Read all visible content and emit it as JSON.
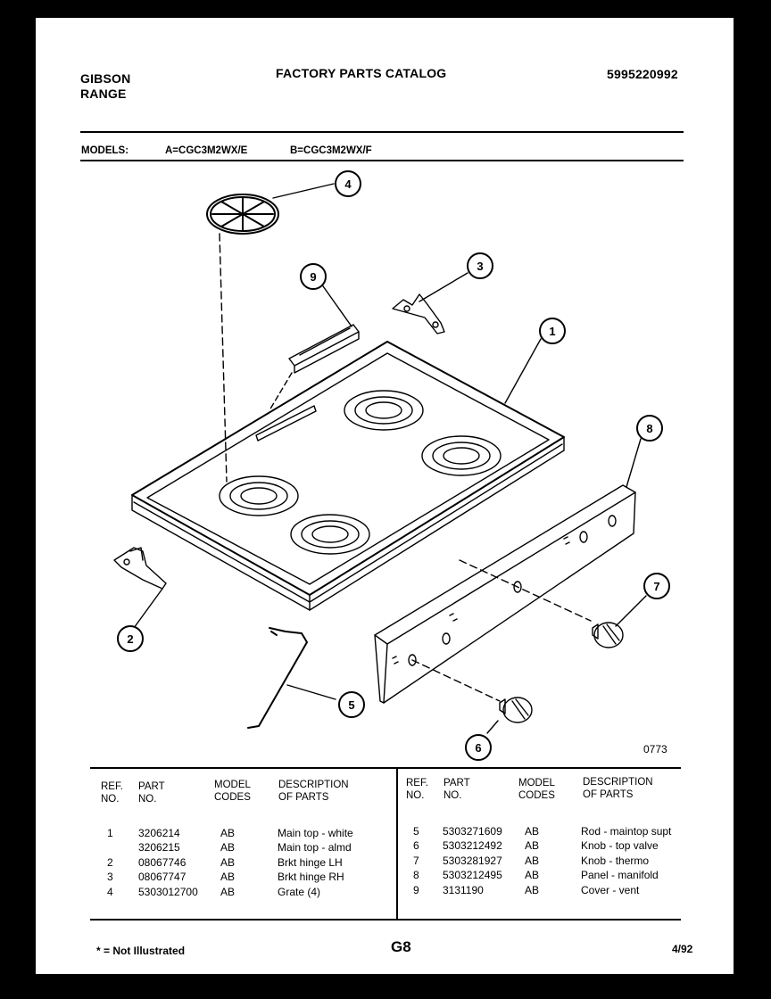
{
  "header": {
    "brand": "GIBSON",
    "product": "RANGE",
    "title": "FACTORY PARTS CATALOG",
    "catalog_no": "5995220992"
  },
  "models": {
    "label": "MODELS:",
    "a": "A=CGC3M2WX/E",
    "b": "B=CGC3M2WX/F"
  },
  "diagram": {
    "callouts": [
      "1",
      "2",
      "3",
      "4",
      "5",
      "6",
      "7",
      "8",
      "9"
    ],
    "figure_code": "0773"
  },
  "table": {
    "headers": {
      "ref": [
        "REF.",
        "NO."
      ],
      "part": [
        "PART",
        "NO."
      ],
      "model": [
        "MODEL",
        "CODES"
      ],
      "desc": [
        "DESCRIPTION",
        "OF PARTS"
      ]
    },
    "left_rows": [
      {
        "ref": "1",
        "part": "3206214",
        "codes": "AB",
        "desc": "Main top - white"
      },
      {
        "ref": "",
        "part": "3206215",
        "codes": "AB",
        "desc": "Main top  - almd"
      },
      {
        "ref": "2",
        "part": "08067746",
        "codes": "AB",
        "desc": "Brkt hinge LH"
      },
      {
        "ref": "3",
        "part": "08067747",
        "codes": "AB",
        "desc": "Brkt hinge RH"
      },
      {
        "ref": "4",
        "part": "5303012700",
        "codes": "AB",
        "desc": "Grate (4)"
      }
    ],
    "right_rows": [
      {
        "ref": "5",
        "part": "5303271609",
        "codes": "AB",
        "desc": "Rod - maintop supt"
      },
      {
        "ref": "6",
        "part": "5303212492",
        "codes": "AB",
        "desc": "Knob - top valve"
      },
      {
        "ref": "7",
        "part": "5303281927",
        "codes": "AB",
        "desc": "Knob - thermo"
      },
      {
        "ref": "8",
        "part": "5303212495",
        "codes": "AB",
        "desc": "Panel - manifold"
      },
      {
        "ref": "9",
        "part": "3131190",
        "codes": "AB",
        "desc": "Cover - vent"
      }
    ]
  },
  "footer": {
    "note": "* = Not Illustrated",
    "page": "G8",
    "date": "4/92"
  }
}
